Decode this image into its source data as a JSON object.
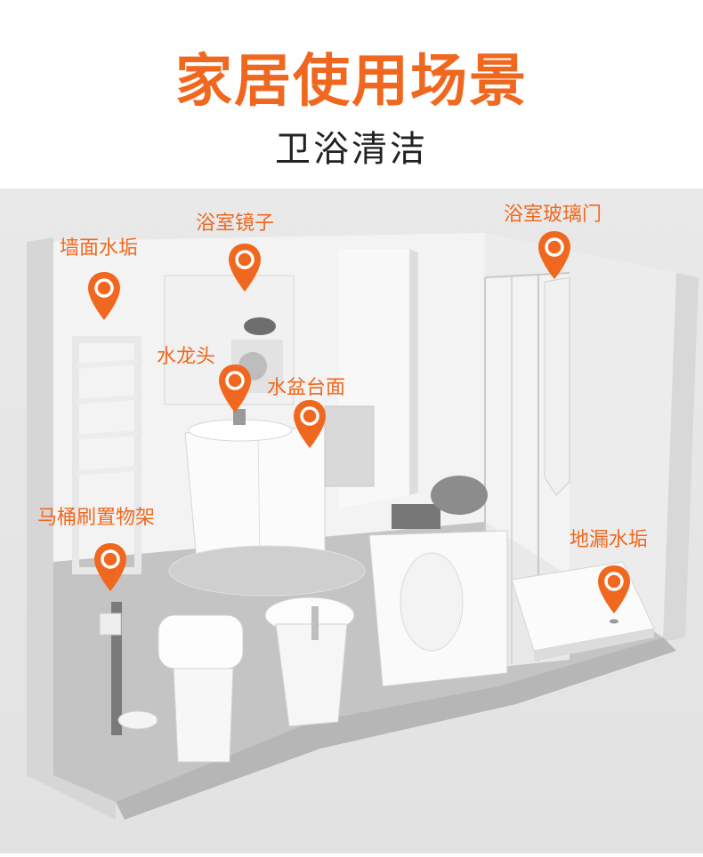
{
  "header": {
    "title": "家居使用场景",
    "subtitle": "卫浴清洁"
  },
  "colors": {
    "accent": "#f0681f",
    "subtitle": "#222222",
    "scene_bg": "#e6e6e6"
  },
  "labels": {
    "wall_scale": "墙面水垢",
    "mirror": "浴室镜子",
    "glass_door": "浴室玻璃门",
    "faucet": "水龙头",
    "basin_counter": "水盆台面",
    "toilet_brush_rack": "马桶刷置物架",
    "floor_drain_scale": "地漏水垢"
  },
  "icons": {
    "pin": "location-pin-icon"
  }
}
